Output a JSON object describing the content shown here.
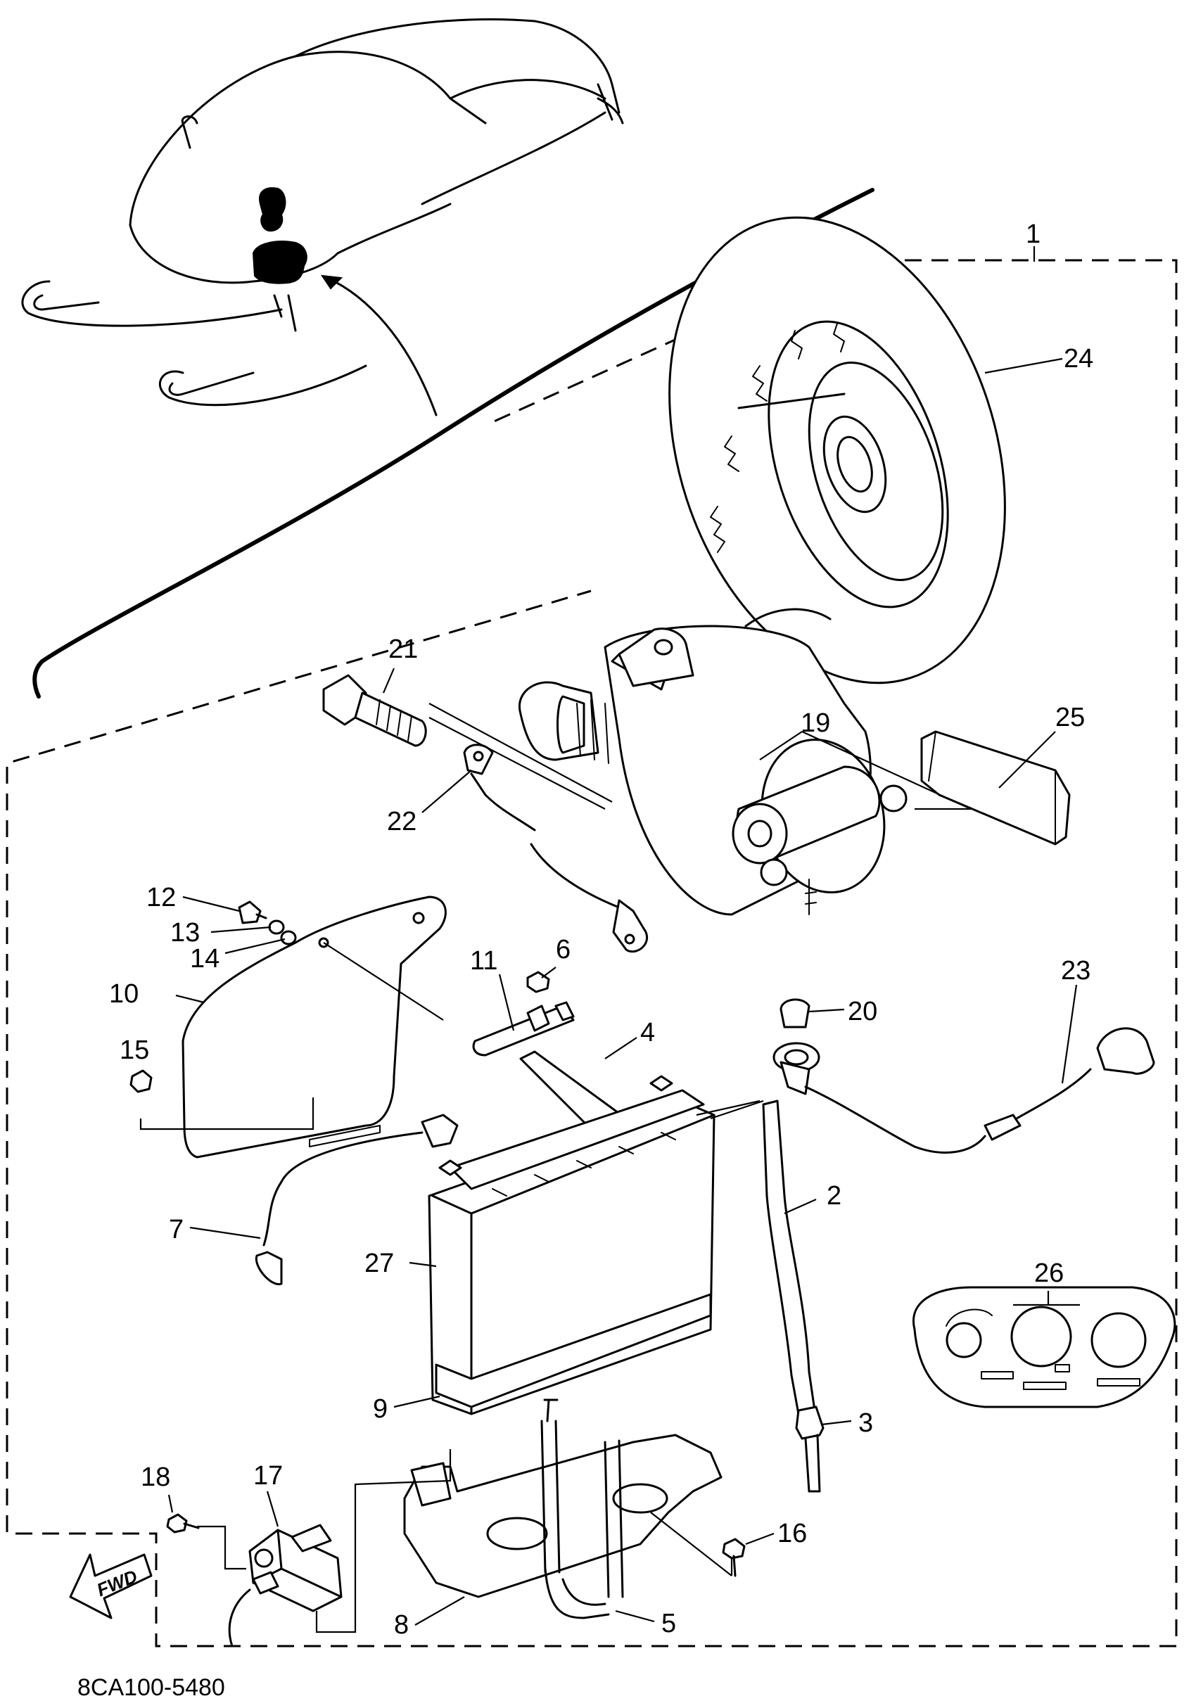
{
  "diagram": {
    "part_code": "8CA100-5480",
    "fwd_label": "FWD",
    "callouts": [
      {
        "id": "1",
        "label": "1"
      },
      {
        "id": "2",
        "label": "2"
      },
      {
        "id": "3",
        "label": "3"
      },
      {
        "id": "4",
        "label": "4"
      },
      {
        "id": "5",
        "label": "5"
      },
      {
        "id": "6",
        "label": "6"
      },
      {
        "id": "7",
        "label": "7"
      },
      {
        "id": "8",
        "label": "8"
      },
      {
        "id": "9",
        "label": "9"
      },
      {
        "id": "10",
        "label": "10"
      },
      {
        "id": "11",
        "label": "11"
      },
      {
        "id": "12",
        "label": "12"
      },
      {
        "id": "13",
        "label": "13"
      },
      {
        "id": "14",
        "label": "14"
      },
      {
        "id": "15",
        "label": "15"
      },
      {
        "id": "16",
        "label": "16"
      },
      {
        "id": "17",
        "label": "17"
      },
      {
        "id": "18",
        "label": "18"
      },
      {
        "id": "19",
        "label": "19"
      },
      {
        "id": "20",
        "label": "20"
      },
      {
        "id": "21",
        "label": "21"
      },
      {
        "id": "22",
        "label": "22"
      },
      {
        "id": "23",
        "label": "23"
      },
      {
        "id": "24",
        "label": "24"
      },
      {
        "id": "25",
        "label": "25"
      },
      {
        "id": "26",
        "label": "26"
      },
      {
        "id": "27",
        "label": "27"
      }
    ]
  }
}
